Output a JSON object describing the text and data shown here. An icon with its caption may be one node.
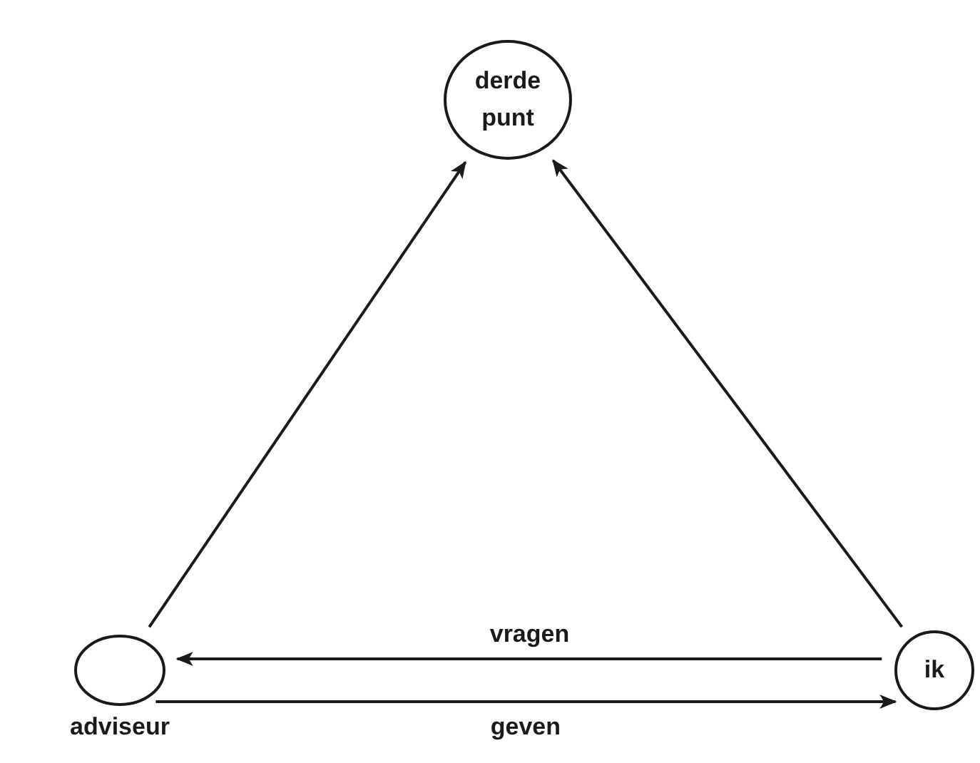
{
  "diagram": {
    "nodes": [
      {
        "text": [
          "derde punt"
        ]
      },
      {
        "text": [
          "adviseur"
        ]
      },
      {
        "text": [
          "ik"
        ]
      }
    ],
    "edges": [
      {
        "from": 1,
        "to": 0,
        "arrow": "to"
      },
      {
        "from": 2,
        "to": 0,
        "arrow": "to"
      },
      {
        "from": 2,
        "to": 1,
        "arrow": "to",
        "label": "vragen"
      },
      {
        "from": 1,
        "to": 2,
        "arrow": "to",
        "label": "geven"
      }
    ]
  }
}
